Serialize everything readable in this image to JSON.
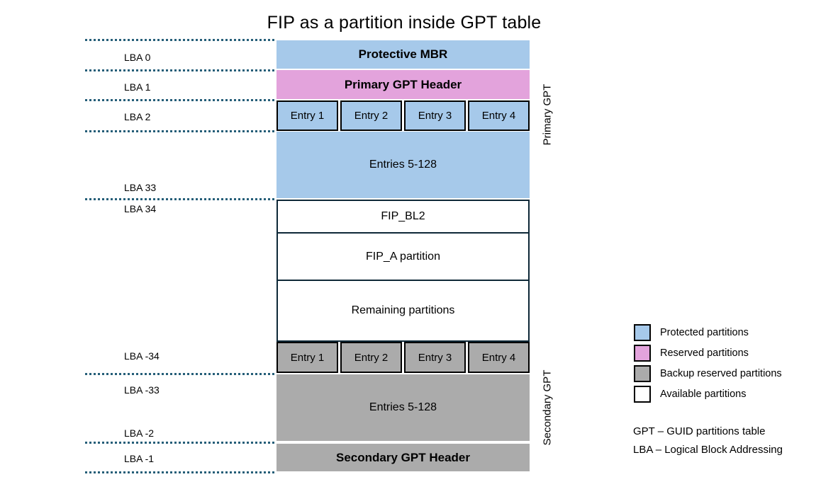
{
  "title": "FIP as a partition inside GPT table",
  "diagram": {
    "lba_labels": [
      "LBA 0",
      "LBA 1",
      "LBA 2",
      "LBA 33",
      "LBA 34",
      "LBA -34",
      "LBA -33",
      "LBA -2",
      "LBA -1"
    ],
    "blocks": {
      "protective_mbr": "Protective MBR",
      "primary_gpt_header": "Primary GPT Header",
      "entries_5_128_primary": "Entries 5-128",
      "fip_bl2": "FIP_BL2",
      "fip_a_partition": "FIP_A partition",
      "remaining_partitions": "Remaining partitions",
      "entries_5_128_secondary": "Entries 5-128",
      "secondary_gpt_header": "Secondary GPT Header"
    },
    "entry_labels": [
      "Entry 1",
      "Entry 2",
      "Entry 3",
      "Entry 4"
    ],
    "side_labels": {
      "primary": "Primary GPT",
      "secondary": "Secondary GPT"
    }
  },
  "legend": {
    "items": [
      {
        "label": "Protected partitions",
        "color": "#a6c9ea"
      },
      {
        "label": "Reserved partitions",
        "color": "#e3a3dc"
      },
      {
        "label": "Backup reserved partitions",
        "color": "#ababab"
      },
      {
        "label": "Available partitions",
        "color": "#ffffff"
      }
    ]
  },
  "notes": [
    "GPT – GUID partitions table",
    "LBA – Logical Block Addressing"
  ],
  "colors": {
    "protected_blue": "#a6c9ea",
    "reserved_pink": "#e3a3dc",
    "backup_gray": "#ababab",
    "available_white": "#ffffff",
    "dotted_line": "#255e78",
    "available_border": "#0e2837",
    "entry_border": "#000000"
  }
}
